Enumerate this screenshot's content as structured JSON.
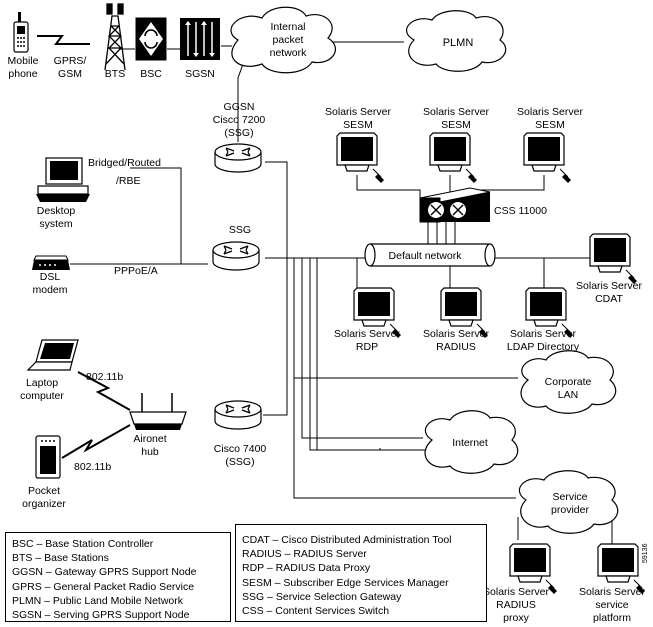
{
  "labels": {
    "mobile_phone": [
      "Mobile",
      "phone"
    ],
    "gprs_gsm": [
      "GPRS/",
      "GSM"
    ],
    "bts": "BTS",
    "bsc": "BSC",
    "sgsn": "SGSN",
    "internal_network": [
      "Internal",
      "packet",
      "network"
    ],
    "plmn": "PLMN",
    "ggsn": [
      "GGSN",
      "Cisco 7200",
      "(SSG)"
    ],
    "solaris_sesm": [
      "Solaris Server",
      "SESM"
    ],
    "bridged_routed": [
      "Bridged/Routed",
      "/RBE"
    ],
    "desktop": [
      "Desktop",
      "system"
    ],
    "css_11000": "CSS 11000",
    "ssg": "SSG",
    "dsl_modem": [
      "DSL",
      "modem"
    ],
    "pppoe": "PPPoE/A",
    "default_network": "Default network",
    "solaris_cdat": [
      "Solaris Server",
      "CDAT"
    ],
    "solaris_rdp": [
      "Solaris Server",
      "RDP"
    ],
    "solaris_radius": [
      "Solaris Server",
      "RADIUS"
    ],
    "solaris_ldap": [
      "Solaris Server",
      "LDAP Directory"
    ],
    "laptop": [
      "Laptop",
      "computer"
    ],
    "wifi_laptop": "802.11b",
    "corporate_lan": [
      "Corporate",
      "LAN"
    ],
    "aironet": [
      "Aironet",
      "hub"
    ],
    "cisco_7400": [
      "Cisco 7400",
      "(SSG)"
    ],
    "internet": "Internet",
    "wifi_pocket": "802.11b",
    "pocket_organizer": [
      "Pocket",
      "organizer"
    ],
    "service_provider": [
      "Service",
      "provider"
    ],
    "solaris_radius_proxy": [
      "Solaris Server",
      "RADIUS",
      "proxy"
    ],
    "solaris_service_platform": [
      "Solaris Server",
      "service",
      "platform"
    ],
    "figure_number": "59136"
  },
  "legend_left": [
    "BSC – Base Station Controller",
    "BTS – Base Stations",
    "GGSN – Gateway GPRS Support Node",
    "GPRS – General Packet Radio Service",
    "PLMN – Public Land Mobile Network",
    "SGSN – Serving GPRS Support Node"
  ],
  "legend_right": [
    "CDAT – Cisco Distributed Administration Tool",
    "RADIUS – RADIUS Server",
    "RDP – RADIUS Data Proxy",
    "SESM – Subscriber Edge Services Manager",
    "SSG – Service Selection Gateway",
    "CSS – Content Services Switch"
  ]
}
